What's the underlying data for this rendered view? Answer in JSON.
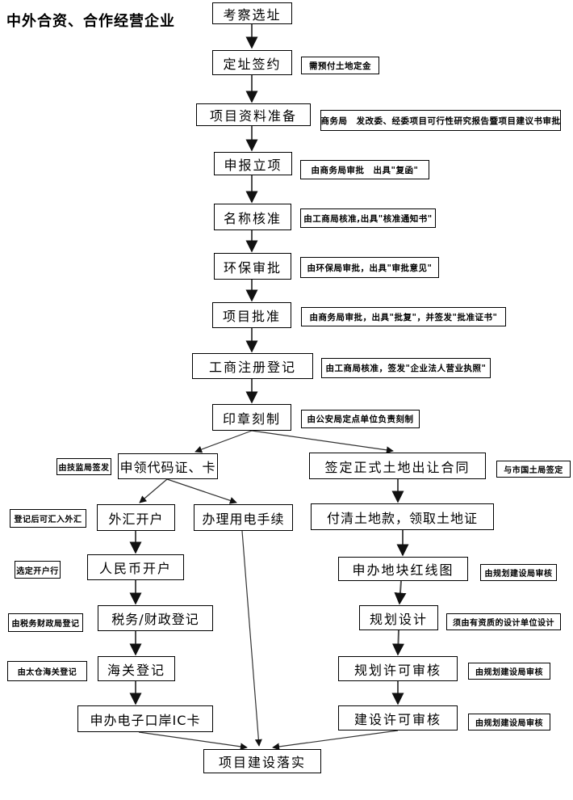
{
  "title": "中外合资、合作经营企业",
  "nodes": {
    "site_survey": "考察选址",
    "site_contract": "定址签约",
    "project_materials": "项目资料准备",
    "project_filing": "申报立项",
    "name_approval": "名称核准",
    "env_approval": "环保审批",
    "project_approval": "项目批准",
    "business_registration": "工商注册登记",
    "seal_carving": "印章刻制",
    "code_certificate": "申领代码证、卡",
    "land_contract": "签定正式土地出让合同",
    "forex_account": "外汇开户",
    "electricity": "办理用电手续",
    "land_payment": "付清土地款，领取土地证",
    "rmb_account": "人民币开户",
    "red_line_map": "申办地块红线图",
    "tax_registration": "税务/财政登记",
    "planning_design": "规划设计",
    "customs_registration": "海关登记",
    "planning_permit": "规划许可审核",
    "ic_card": "申办电子口岸IC卡",
    "construction_permit": "建设许可审核",
    "project_implementation": "项目建设落实"
  },
  "notes": {
    "land_deposit": "需预付土地定金",
    "feasibility": "商务局　发改委、经委项目可行性研究报告暨项目建议书审批",
    "filing_reply": "由商务局审批　出具\"复函\"",
    "name_notice": "由工商局核准,出具\"核准通知书\"",
    "env_opinion": "由环保局审批，出具\"审批意见\"",
    "approval_cert": "由商务局审批，出具\"批复\"，并签发\"批准证书\"",
    "business_license": "由工商局核准，签发\"企业法人营业执照\"",
    "seal_unit": "由公安局定点单位负责刻制",
    "tech_bureau": "由技监局签发",
    "land_bureau": "与市国土局签定",
    "forex_inflow": "登记后可汇入外汇",
    "bank_choice": "选定开户行",
    "tax_bureau": "由税务财政局登记",
    "customs_office": "由太仓海关登记",
    "planning_bureau_1": "由规划建设局审核",
    "design_unit": "须由有资质的设计单位设计",
    "planning_bureau_2": "由规划建设局审核",
    "planning_bureau_3": "由规划建设局审核"
  }
}
